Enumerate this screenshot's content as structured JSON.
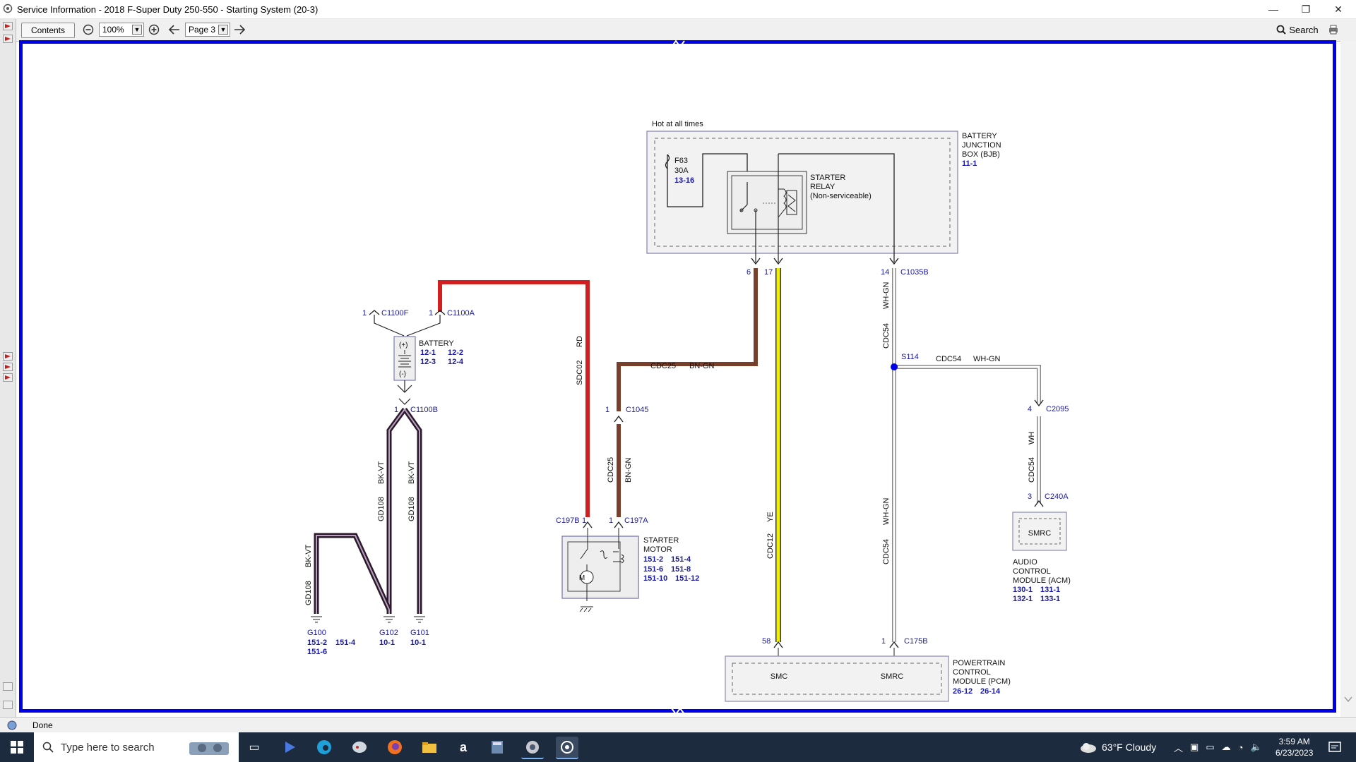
{
  "window": {
    "title": "Service Information - 2018 F-Super Duty 250-550 - Starting System (20-3)",
    "minimize": "—",
    "restore": "❐",
    "close": "✕"
  },
  "toolbar": {
    "contents_label": "Contents",
    "zoom_value": "100%",
    "page_value": "Page 3",
    "search_label": "Search"
  },
  "status": {
    "text": "Done"
  },
  "taskbar": {
    "search_placeholder": "Type here to search",
    "weather": "63°F  Cloudy",
    "time": "3:59 AM",
    "date": "6/23/2023"
  },
  "diagram": {
    "hot_label": "Hot at all times",
    "bjb": {
      "l1": "BATTERY",
      "l2": "JUNCTION",
      "l3": "BOX (BJB)",
      "ref": "11-1"
    },
    "fuse": {
      "name": "F63",
      "amps": "30A",
      "ref": "13-16"
    },
    "relay": {
      "l1": "STARTER",
      "l2": "RELAY",
      "l3": "(Non-serviceable)"
    },
    "pins_bjb": {
      "p6": "6",
      "p17": "17",
      "p14": "14",
      "c1035b": "C1035B"
    },
    "battery": {
      "pin1a": "1",
      "c1100f": "C1100F",
      "pin1b": "1",
      "c1100a": "C1100A",
      "plus": "(+)",
      "minus": "(-)",
      "label": "BATTERY",
      "r1": "12-1",
      "r2": "12-2",
      "r3": "12-3",
      "r4": "12-4",
      "pin1c": "1",
      "c1100b": "C1100B"
    },
    "wires": {
      "rd": "RD",
      "sdc02": "SDC02",
      "cdc25": "CDC25",
      "bngn": "BN-GN",
      "ye": "YE",
      "cdc12": "CDC12",
      "whgn": "WH-GN",
      "cdc54": "CDC54",
      "wh": "WH",
      "bkvt": "BK-VT",
      "gd108": "GD108"
    },
    "splice": {
      "s114": "S114"
    },
    "c1045": {
      "pin": "1",
      "name": "C1045"
    },
    "c2095": {
      "pin": "4",
      "name": "C2095"
    },
    "c240a": {
      "pin": "3",
      "name": "C240A"
    },
    "c197b": {
      "name": "C197B",
      "pin": "1"
    },
    "c197a": {
      "pin": "1",
      "name": "C197A"
    },
    "starter": {
      "l1": "STARTER",
      "l2": "MOTOR",
      "r1": "151-2",
      "r2": "151-4",
      "r3": "151-6",
      "r4": "151-8",
      "r5": "151-10",
      "r6": "151-12",
      "motor": "M"
    },
    "acm": {
      "box": "SMRC",
      "l1": "AUDIO",
      "l2": "CONTROL",
      "l3": "MODULE (ACM)",
      "r1": "130-1",
      "r2": "131-1",
      "r3": "132-1",
      "r4": "133-1"
    },
    "pcm": {
      "pin58": "58",
      "pin1": "1",
      "c175b": "C175B",
      "smc": "SMC",
      "smrc": "SMRC",
      "l1": "POWERTRAIN",
      "l2": "CONTROL",
      "l3": "MODULE (PCM)",
      "r1": "26-12",
      "r2": "26-14"
    },
    "grounds": {
      "g100": "G100",
      "g100_r1": "151-2",
      "g100_r2": "151-4",
      "g100_r3": "151-6",
      "g102": "G102",
      "g102_r": "10-1",
      "g101": "G101",
      "g101_r": "10-1"
    }
  },
  "colors": {
    "frame_blue": "#0000e6",
    "wire_red": "#d21f1f",
    "wire_brown": "#7a3f2a",
    "wire_yellow": "#f0f000",
    "ref_blue": "#1a1aa0",
    "taskbar": "#1c2b3e"
  }
}
